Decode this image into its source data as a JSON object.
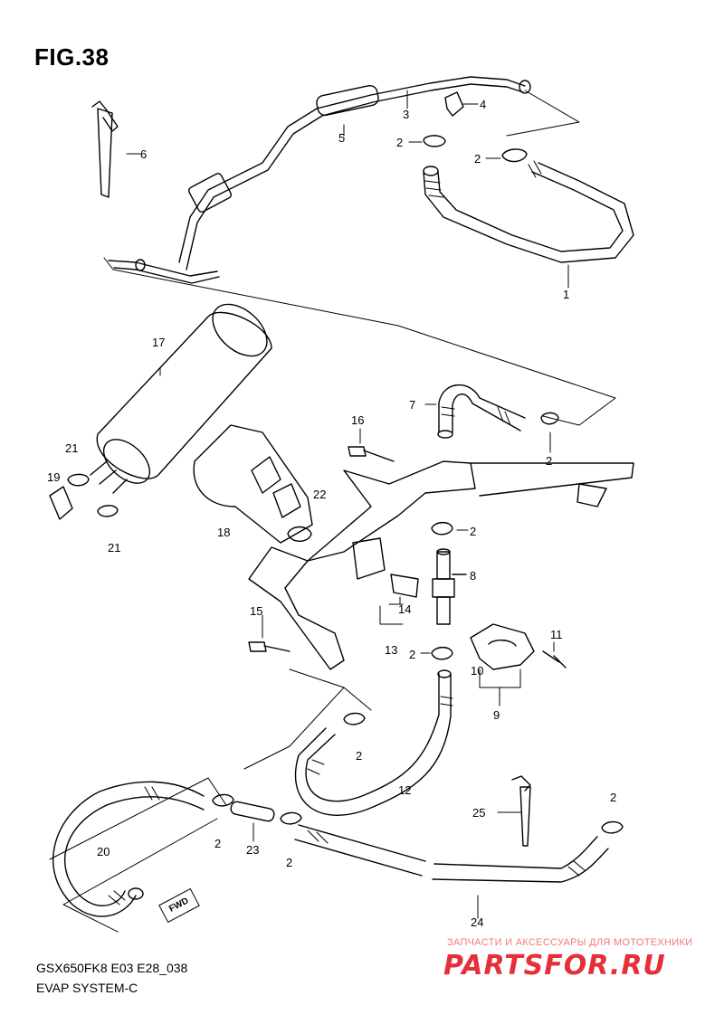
{
  "header": {
    "title": "FIG.38"
  },
  "footer": {
    "model_code": "GSX650FK8 E03 E28_038",
    "system_name": "EVAP SYSTEM-C"
  },
  "watermark": {
    "tagline": "ЗАПЧАСТИ И АКСЕССУАРЫ ДЛЯ МОТОТЕХНИКИ",
    "brand": "PARTSFOR.RU",
    "color": "#e5303a"
  },
  "direction_tag": "FWD",
  "callouts": [
    "17",
    "21",
    "19",
    "21",
    "18",
    "22",
    "16",
    "15",
    "14",
    "13",
    "7",
    "8",
    "2",
    "2",
    "11",
    "10",
    "9",
    "2",
    "12",
    "2",
    "20",
    "2",
    "23",
    "2",
    "25",
    "2",
    "24",
    "6",
    "5",
    "3",
    "4",
    "2",
    "2",
    "1",
    "2"
  ]
}
